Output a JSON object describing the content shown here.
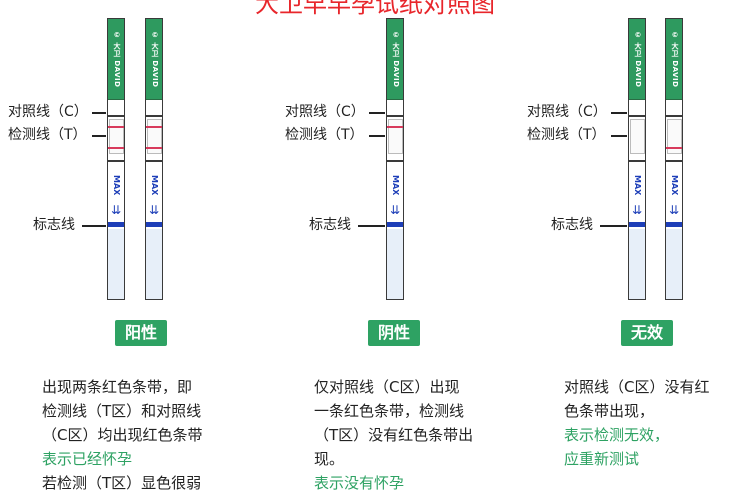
{
  "title": "大卫早早孕试纸对照图",
  "strip": {
    "brand": "© 大卫 DAVID",
    "max": "MAX"
  },
  "labels": {
    "control": "对照线（C）",
    "test": "检测线（T）",
    "marker": "标志线"
  },
  "columns": [
    {
      "result": "阳性",
      "lines": [
        "出现两条红色条带，即",
        "检测线（T区）和对照线",
        "（C区）均出现红色条带"
      ],
      "highlight": [
        "表示已经怀孕"
      ],
      "more": [
        "若检测（T区）显色很弱"
      ]
    },
    {
      "result": "阴性",
      "lines": [
        "仅对照线（C区）出现",
        "一条红色条带，检测线",
        "（T区）没有红色条带出",
        "现。"
      ],
      "highlight": [
        "表示没有怀孕"
      ],
      "more": []
    },
    {
      "result": "无效",
      "lines": [
        "对照线（C区）没有红",
        "色条带出现，"
      ],
      "highlight": [
        "表示检测无效，",
        "应重新测试"
      ],
      "more": []
    }
  ],
  "colors": {
    "title": "#e8262b",
    "handle": "#2e9a5f",
    "line": "#d83a5c",
    "marker": "#1d3eb8",
    "badge": "#2ea263"
  }
}
